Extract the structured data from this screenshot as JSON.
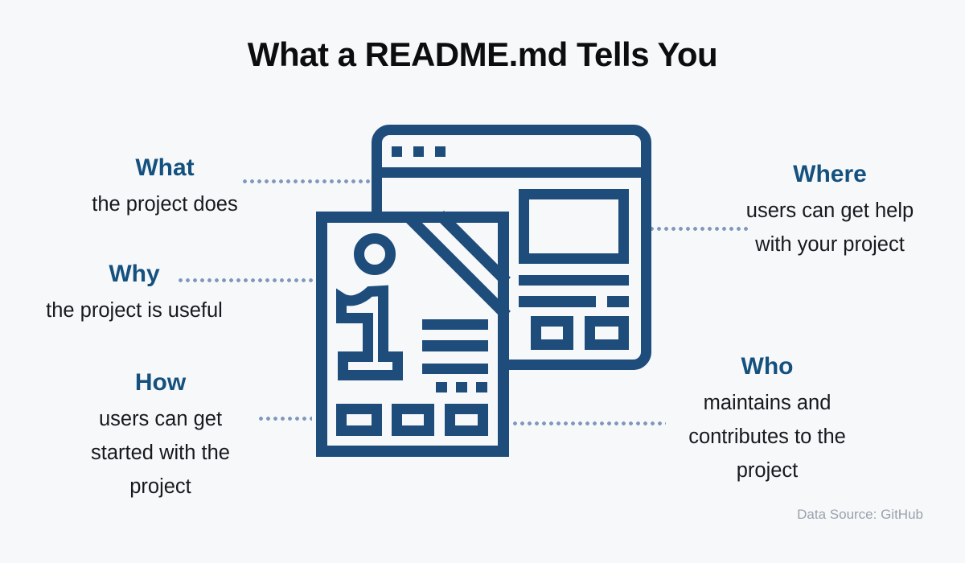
{
  "title": "What a README.md Tells You",
  "source_note": "Data Source: GitHub",
  "callouts": {
    "what": {
      "heading": "What",
      "body": "the project does"
    },
    "why": {
      "heading": "Why",
      "body": "the project is useful"
    },
    "how": {
      "heading": "How",
      "body": "users can get started with the project"
    },
    "where": {
      "heading": "Where",
      "body": "users can get help with your project"
    },
    "who": {
      "heading": "Who",
      "body": "maintains and contributes to the project"
    }
  },
  "icon": {
    "name": "readme-document-and-browser-window-icon"
  },
  "colors": {
    "background": "#f7f8fa",
    "title_text": "#0c0d0e",
    "heading_blue": "#15517f",
    "body_text": "#17191d",
    "icon_blue": "#1e4d7b",
    "dot_color": "#8098bd",
    "source_text": "#9ba1ac"
  }
}
